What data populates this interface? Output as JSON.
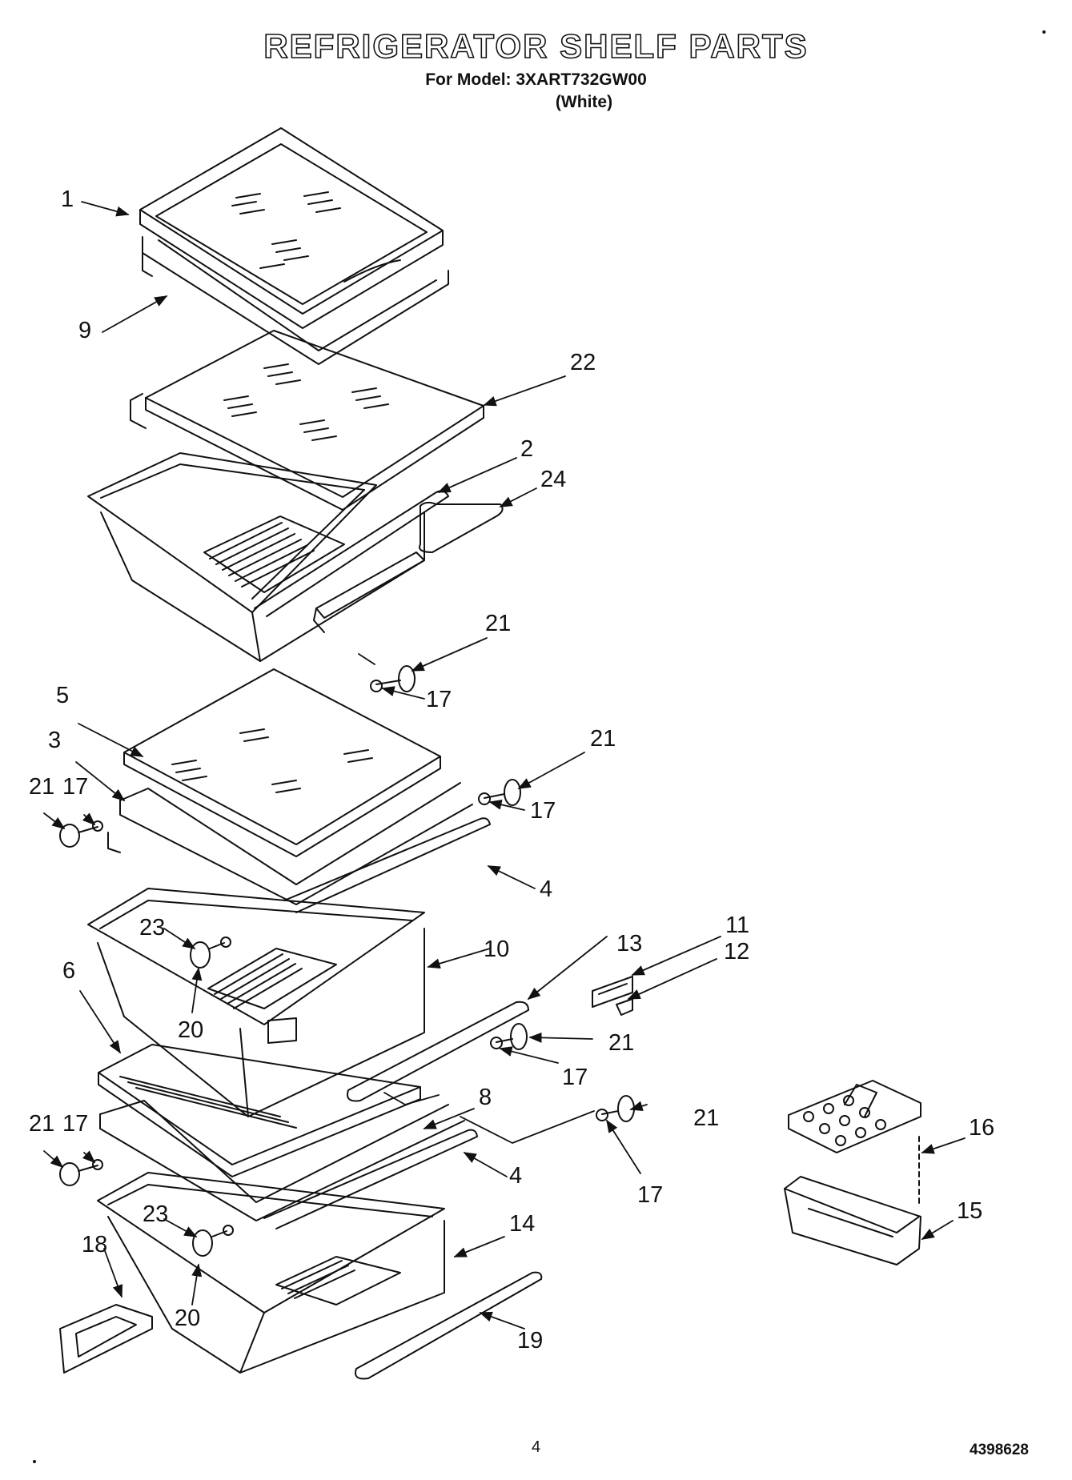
{
  "header": {
    "title": "REFRIGERATOR SHELF PARTS",
    "model_line": "For Model: 3XART732GW00",
    "color_line": "(White)"
  },
  "callouts": [
    {
      "key": "1",
      "text": "1"
    },
    {
      "key": "9",
      "text": "9"
    },
    {
      "key": "22",
      "text": "22"
    },
    {
      "key": "2",
      "text": "2"
    },
    {
      "key": "24",
      "text": "24"
    },
    {
      "key": "21a",
      "text": "21"
    },
    {
      "key": "17a",
      "text": "17"
    },
    {
      "key": "5",
      "text": "5"
    },
    {
      "key": "21b",
      "text": "21"
    },
    {
      "key": "3",
      "text": "3"
    },
    {
      "key": "21c",
      "text": "21"
    },
    {
      "key": "17c",
      "text": "17"
    },
    {
      "key": "17b",
      "text": "17"
    },
    {
      "key": "4a",
      "text": "4"
    },
    {
      "key": "11",
      "text": "11"
    },
    {
      "key": "23a",
      "text": "23"
    },
    {
      "key": "10",
      "text": "10"
    },
    {
      "key": "13",
      "text": "13"
    },
    {
      "key": "12",
      "text": "12"
    },
    {
      "key": "6",
      "text": "6"
    },
    {
      "key": "20a",
      "text": "20"
    },
    {
      "key": "21d",
      "text": "21"
    },
    {
      "key": "17d",
      "text": "17"
    },
    {
      "key": "8",
      "text": "8"
    },
    {
      "key": "21e",
      "text": "21"
    },
    {
      "key": "17e",
      "text": "17"
    },
    {
      "key": "21f",
      "text": "21"
    },
    {
      "key": "17f",
      "text": "17"
    },
    {
      "key": "16",
      "text": "16"
    },
    {
      "key": "4b",
      "text": "4"
    },
    {
      "key": "23b",
      "text": "23"
    },
    {
      "key": "14",
      "text": "14"
    },
    {
      "key": "15",
      "text": "15"
    },
    {
      "key": "18",
      "text": "18"
    },
    {
      "key": "20b",
      "text": "20"
    },
    {
      "key": "19",
      "text": "19"
    }
  ],
  "footer": {
    "page_number": "4",
    "document_number": "4398628"
  }
}
